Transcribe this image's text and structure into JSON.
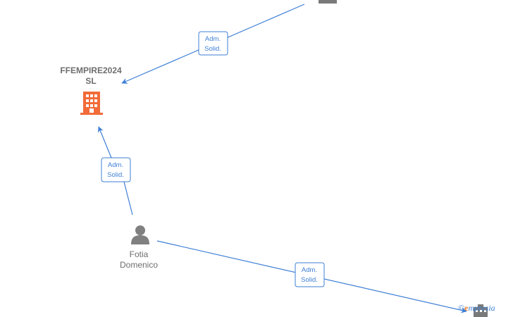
{
  "nodes": {
    "company": {
      "name_line1": "FFEMPIRE2024",
      "name_line2": "SL",
      "color": "#f26b38",
      "type": "company"
    },
    "person": {
      "name_line1": "Fotia",
      "name_line2": "Domenico",
      "type": "person"
    },
    "top_offscreen": {
      "type": "company"
    },
    "bottom_offscreen": {
      "type": "company"
    }
  },
  "edges": [
    {
      "label_line1": "Adm.",
      "label_line2": "Solid."
    },
    {
      "label_line1": "Adm.",
      "label_line2": "Solid."
    },
    {
      "label_line1": "Adm.",
      "label_line2": "Solid."
    }
  ],
  "watermark": {
    "copyright": "©",
    "brand_initial": "e",
    "brand_rest": "mpresia"
  },
  "colors": {
    "edge": "#3d7fd6",
    "company_icon": "#f26b38",
    "person_icon": "#808080",
    "muted_icon": "#7a7a7a"
  }
}
